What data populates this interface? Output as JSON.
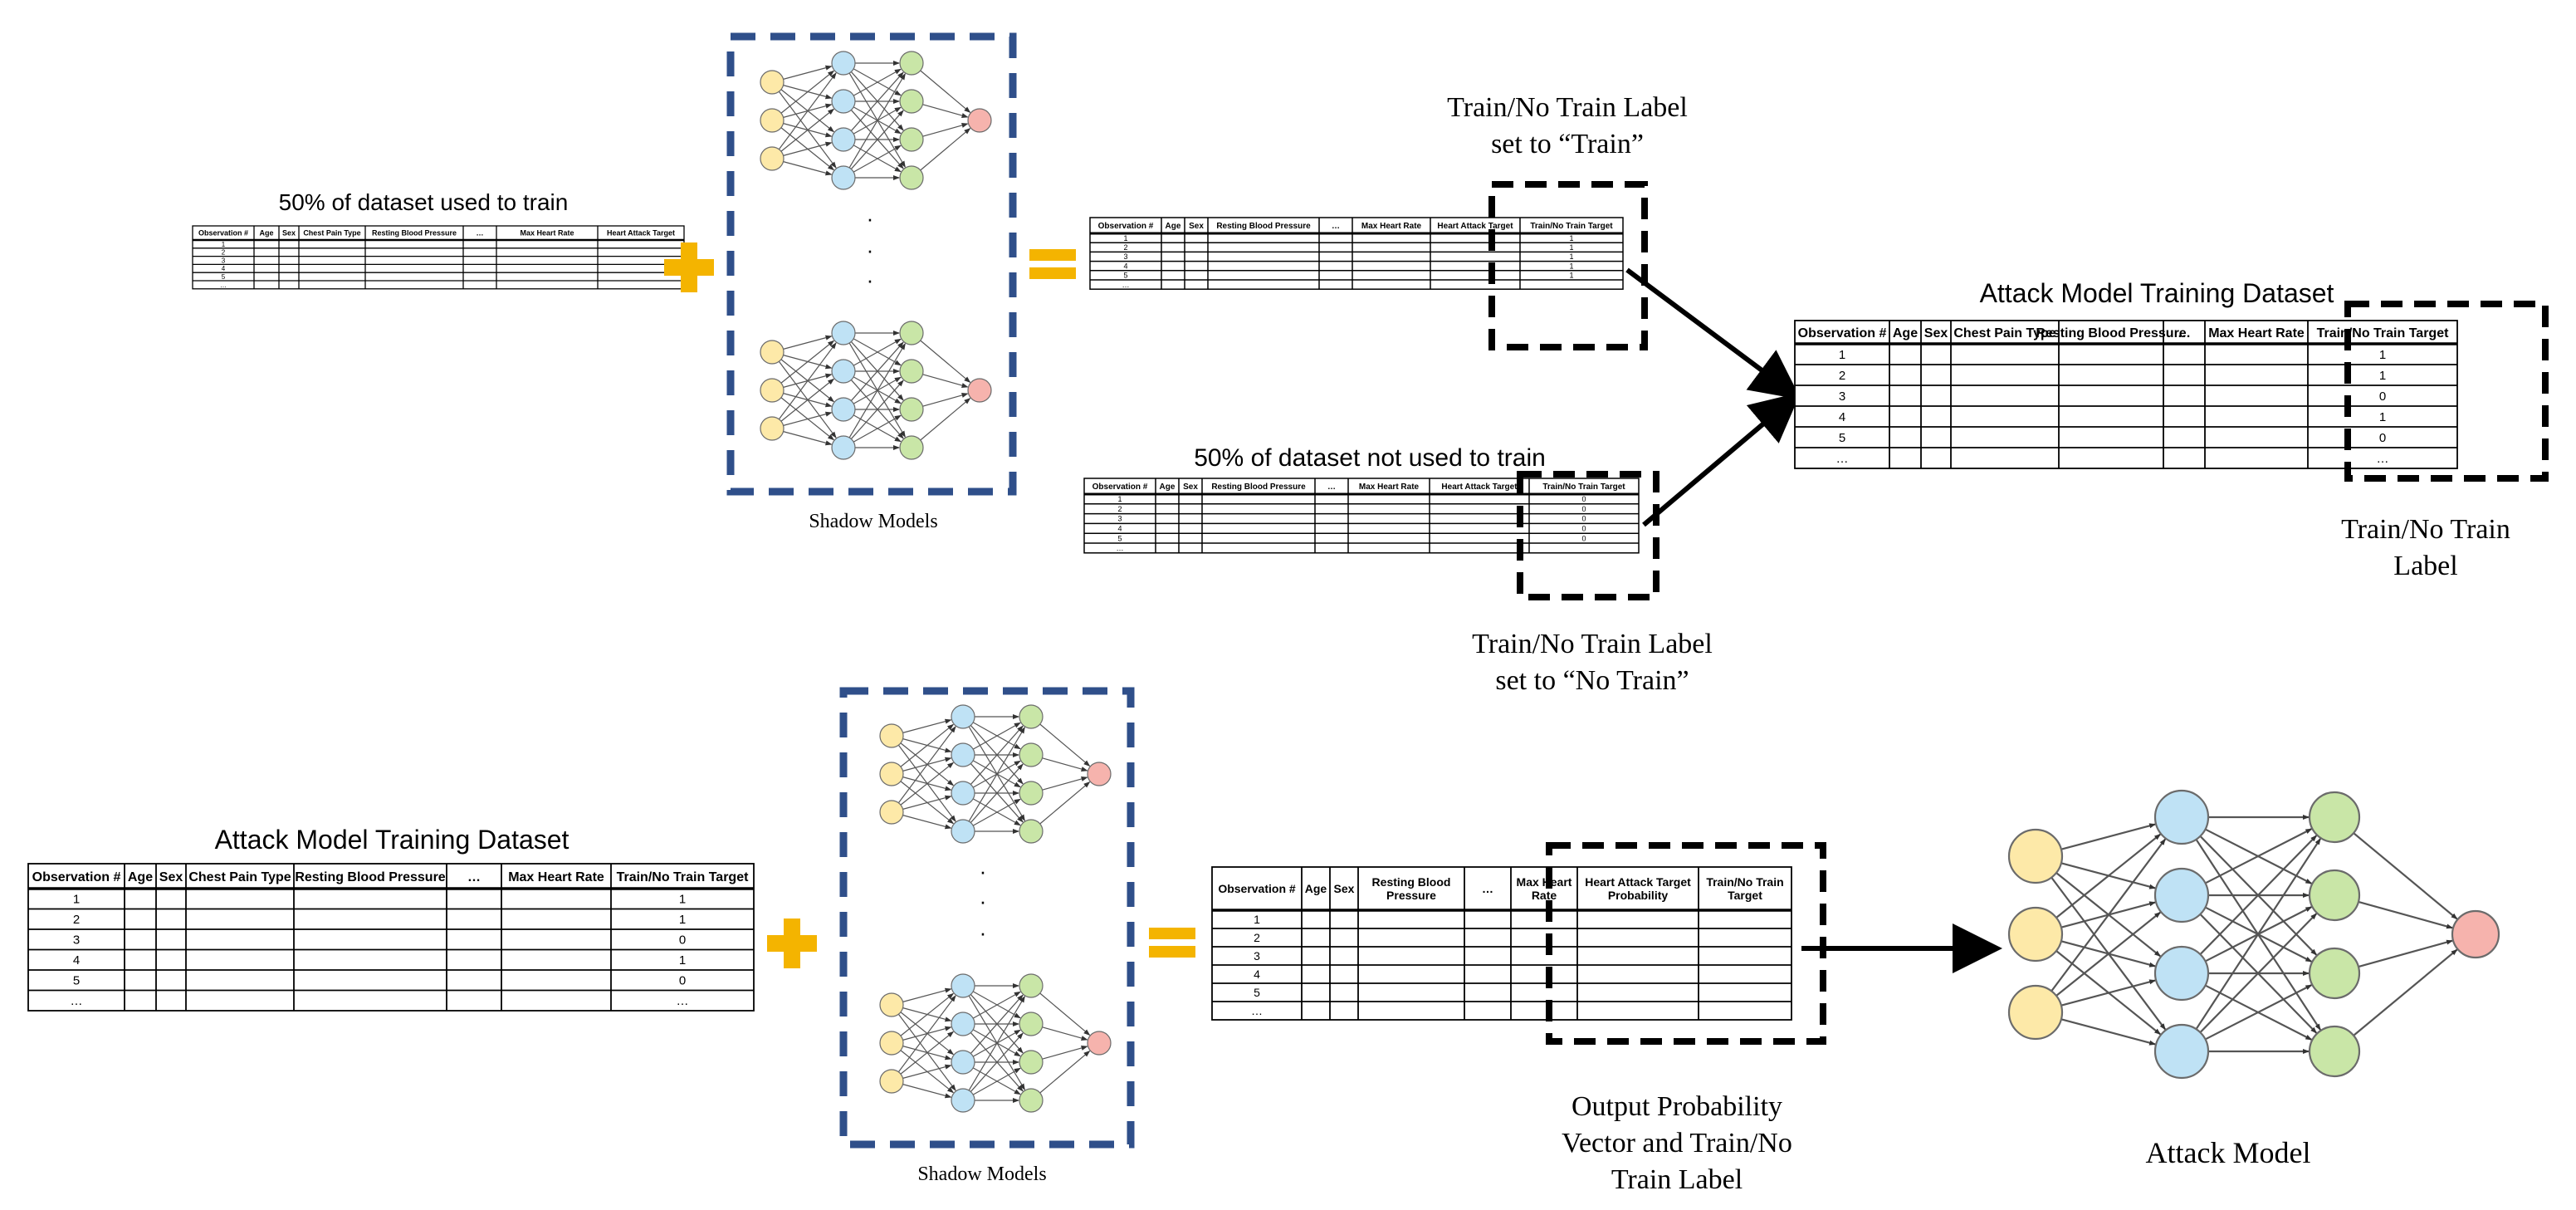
{
  "colors": {
    "input_node": "#fde9a8",
    "hidden_node_1": "#bfe2f5",
    "hidden_node_2": "#c9e6a7",
    "output_node": "#f6b3ad",
    "node_stroke": "#6b6b6b",
    "shadow_box": "#2f4f8a",
    "plus_equals": "#f4b400",
    "black": "#000000"
  },
  "top_train": {
    "caption": "50% of dataset used to train",
    "headers": [
      "Observation #",
      "Age",
      "Sex",
      "Chest Pain Type",
      "Resting Blood Pressure",
      "…",
      "Max Heart Rate",
      "Heart Attack Target"
    ],
    "rows": [
      "1",
      "2",
      "3",
      "4",
      "5",
      "…"
    ]
  },
  "top_shadow_label": "Shadow Models",
  "top_train_out": {
    "headers": [
      "Observation #",
      "Age",
      "Sex",
      "Resting Blood Pressure",
      "…",
      "Max Heart Rate",
      "Heart Attack Target",
      "Train/No Train Target"
    ],
    "rows": [
      [
        "1",
        "1"
      ],
      [
        "2",
        "1"
      ],
      [
        "3",
        "1"
      ],
      [
        "4",
        "1"
      ],
      [
        "5",
        "1"
      ],
      [
        "…",
        ""
      ]
    ]
  },
  "label_train": [
    "Train/No Train Label",
    "set to “Train”"
  ],
  "top_notrain": {
    "caption": "50% of dataset not used to train",
    "headers": [
      "Observation #",
      "Age",
      "Sex",
      "Resting Blood Pressure",
      "…",
      "Max Heart Rate",
      "Heart Attack Target",
      "Train/No Train Target"
    ],
    "rows": [
      [
        "1",
        "0"
      ],
      [
        "2",
        "0"
      ],
      [
        "3",
        "0"
      ],
      [
        "4",
        "0"
      ],
      [
        "5",
        "0"
      ],
      [
        "…",
        ""
      ]
    ]
  },
  "label_notrain": [
    "Train/No Train Label",
    "set to “No Train”"
  ],
  "attack_dataset_top": {
    "caption": "Attack Model Training Dataset",
    "headers": [
      "Observation #",
      "Age",
      "Sex",
      "Chest Pain Type",
      "Resting Blood Pressure",
      "…",
      "Max Heart Rate",
      "Train/No Train Target"
    ],
    "rows": [
      [
        "1",
        "1"
      ],
      [
        "2",
        "1"
      ],
      [
        "3",
        "0"
      ],
      [
        "4",
        "1"
      ],
      [
        "5",
        "0"
      ],
      [
        "…",
        "…"
      ]
    ]
  },
  "label_right": [
    "Train/No Train",
    "Label"
  ],
  "attack_dataset_bottom": {
    "caption": "Attack Model Training Dataset",
    "headers": [
      "Observation #",
      "Age",
      "Sex",
      "Chest Pain Type",
      "Resting Blood Pressure",
      "…",
      "Max Heart Rate",
      "Train/No Train Target"
    ],
    "rows": [
      [
        "1",
        "1"
      ],
      [
        "2",
        "1"
      ],
      [
        "3",
        "0"
      ],
      [
        "4",
        "1"
      ],
      [
        "5",
        "0"
      ],
      [
        "…",
        "…"
      ]
    ]
  },
  "bottom_shadow_label": "Shadow Models",
  "bottom_output": {
    "headers": [
      [
        "Observation #"
      ],
      [
        "Age"
      ],
      [
        "Sex"
      ],
      [
        "Resting Blood",
        "Pressure"
      ],
      [
        "…"
      ],
      [
        "Max Heart",
        "Rate"
      ],
      [
        "Heart Attack Target",
        "Probability"
      ],
      [
        "Train/No Train",
        "Target"
      ]
    ],
    "rows": [
      "1",
      "2",
      "3",
      "4",
      "5",
      "…"
    ]
  },
  "label_output": [
    "Output Probability",
    "Vector and Train/No",
    "Train Label"
  ],
  "attack_model_label": "Attack Model",
  "ellipsis": "·"
}
